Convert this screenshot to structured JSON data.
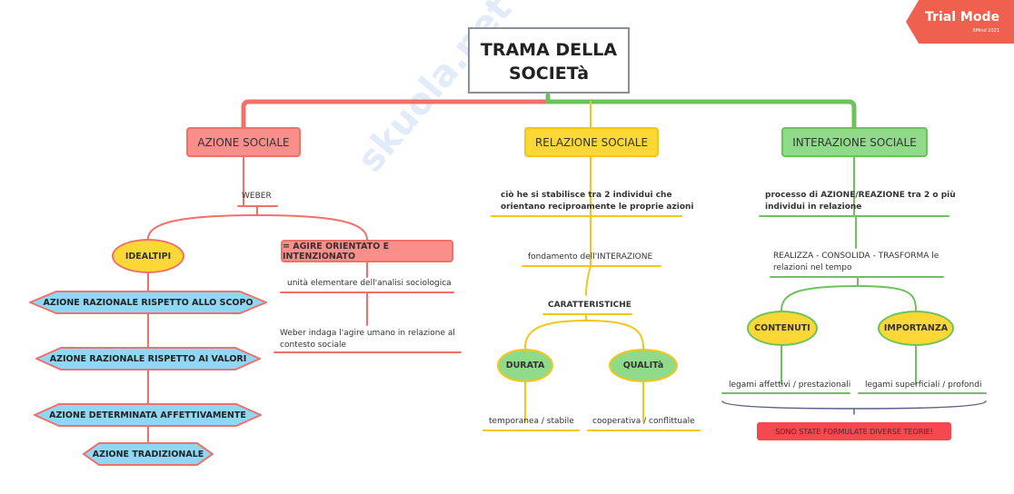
{
  "watermark": "skuola.net",
  "trial": {
    "title": "Trial Mode",
    "sub": "XMind 2021"
  },
  "root": {
    "line1": "TRAMA DELLA",
    "line2": "SOCIETà"
  },
  "colors": {
    "red": "#f0706a",
    "yellow": "#f5c518",
    "green": "#6cc35c",
    "blue": "#8fd8f5"
  },
  "azione": {
    "title": "AZIONE SOCIALE",
    "weber": "WEBER",
    "idealtipi": "IDEALTIPI",
    "types": [
      "AZIONE RAZIONALE RISPETTO ALLO SCOPO",
      "AZIONE RAZIONALE RISPETTO AI VALORI",
      "AZIONE DETERMINATA AFFETTIVAMENTE",
      "AZIONE TRADIZIONALE"
    ],
    "agire": "= AGIRE ORIENTATO E INTENZIONATO",
    "unita": "unità elementare dell'analisi sociologica",
    "weber_indaga1": "Weber indaga l'agire umano in relazione al",
    "weber_indaga2": "contesto sociale"
  },
  "relazione": {
    "title": "RELAZIONE SOCIALE",
    "def1": "ciò he si stabilisce tra 2 individui che",
    "def2": "orientano reciproamente le proprie azioni",
    "fondamento": "fondamento dell'INTERAZIONE",
    "caratteristiche": "CARATTERISTICHE",
    "durata": "DURATA",
    "qualita": "QUALITà",
    "durata_val": "temporanea / stabile",
    "qualita_val": "cooperativa / conflittuale"
  },
  "interazione": {
    "title": "INTERAZIONE SOCIALE",
    "def1": "processo di AZIONE/REAZIONE tra 2 o più",
    "def2": "individui in relazione",
    "realizza1": "REALIZZA - CONSOLIDA - TRASFORMA le",
    "realizza2": "relazioni nel tempo",
    "contenuti": "CONTENUTI",
    "importanza": "IMPORTANZA",
    "contenuti_val": "legami affettivi / prestazionali",
    "importanza_val": "legami superficiali / profondi",
    "teorie": "SONO STATE FORMULATE DIVERSE TEORIE!"
  }
}
